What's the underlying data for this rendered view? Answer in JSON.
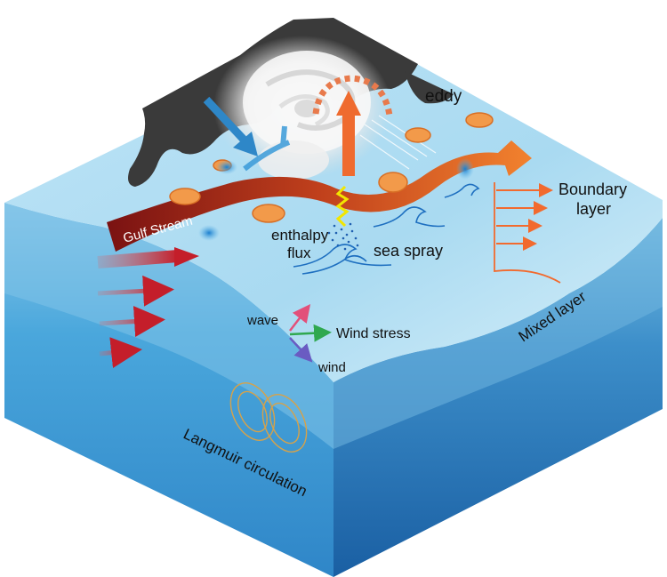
{
  "labels": {
    "eddy": "eddy",
    "boundary_layer_line1": "Boundary",
    "boundary_layer_line2": "layer",
    "gulf_stream": "Gulf Stream",
    "enthalpy_line1": "enthalpy",
    "enthalpy_line2": "flux",
    "sea_spray": "sea spray",
    "mixed_layer": "Mixed layer",
    "wave": "wave",
    "wind_stress": "Wind stress",
    "wind": "wind",
    "langmuir": "Langmuir circulation"
  },
  "colors": {
    "surface_light": "#cfeaf7",
    "surface_mid": "#9fd2ec",
    "left_face": "#3f9fd6",
    "right_face": "#1f6fb0",
    "land": "#3a3a3a",
    "gulf_stream_start": "#8b1a1a",
    "gulf_stream_end": "#f07a2c",
    "eddy_fill": "#f29a4a",
    "cold_eddy": "#2a8fd6",
    "boundary_arrow": "#f26a2e",
    "wave_arrow": "#e2507a",
    "stress_arrow": "#2fa84f",
    "wind_arrow": "#6a5bc2",
    "enthalpy": "#f2e600"
  }
}
